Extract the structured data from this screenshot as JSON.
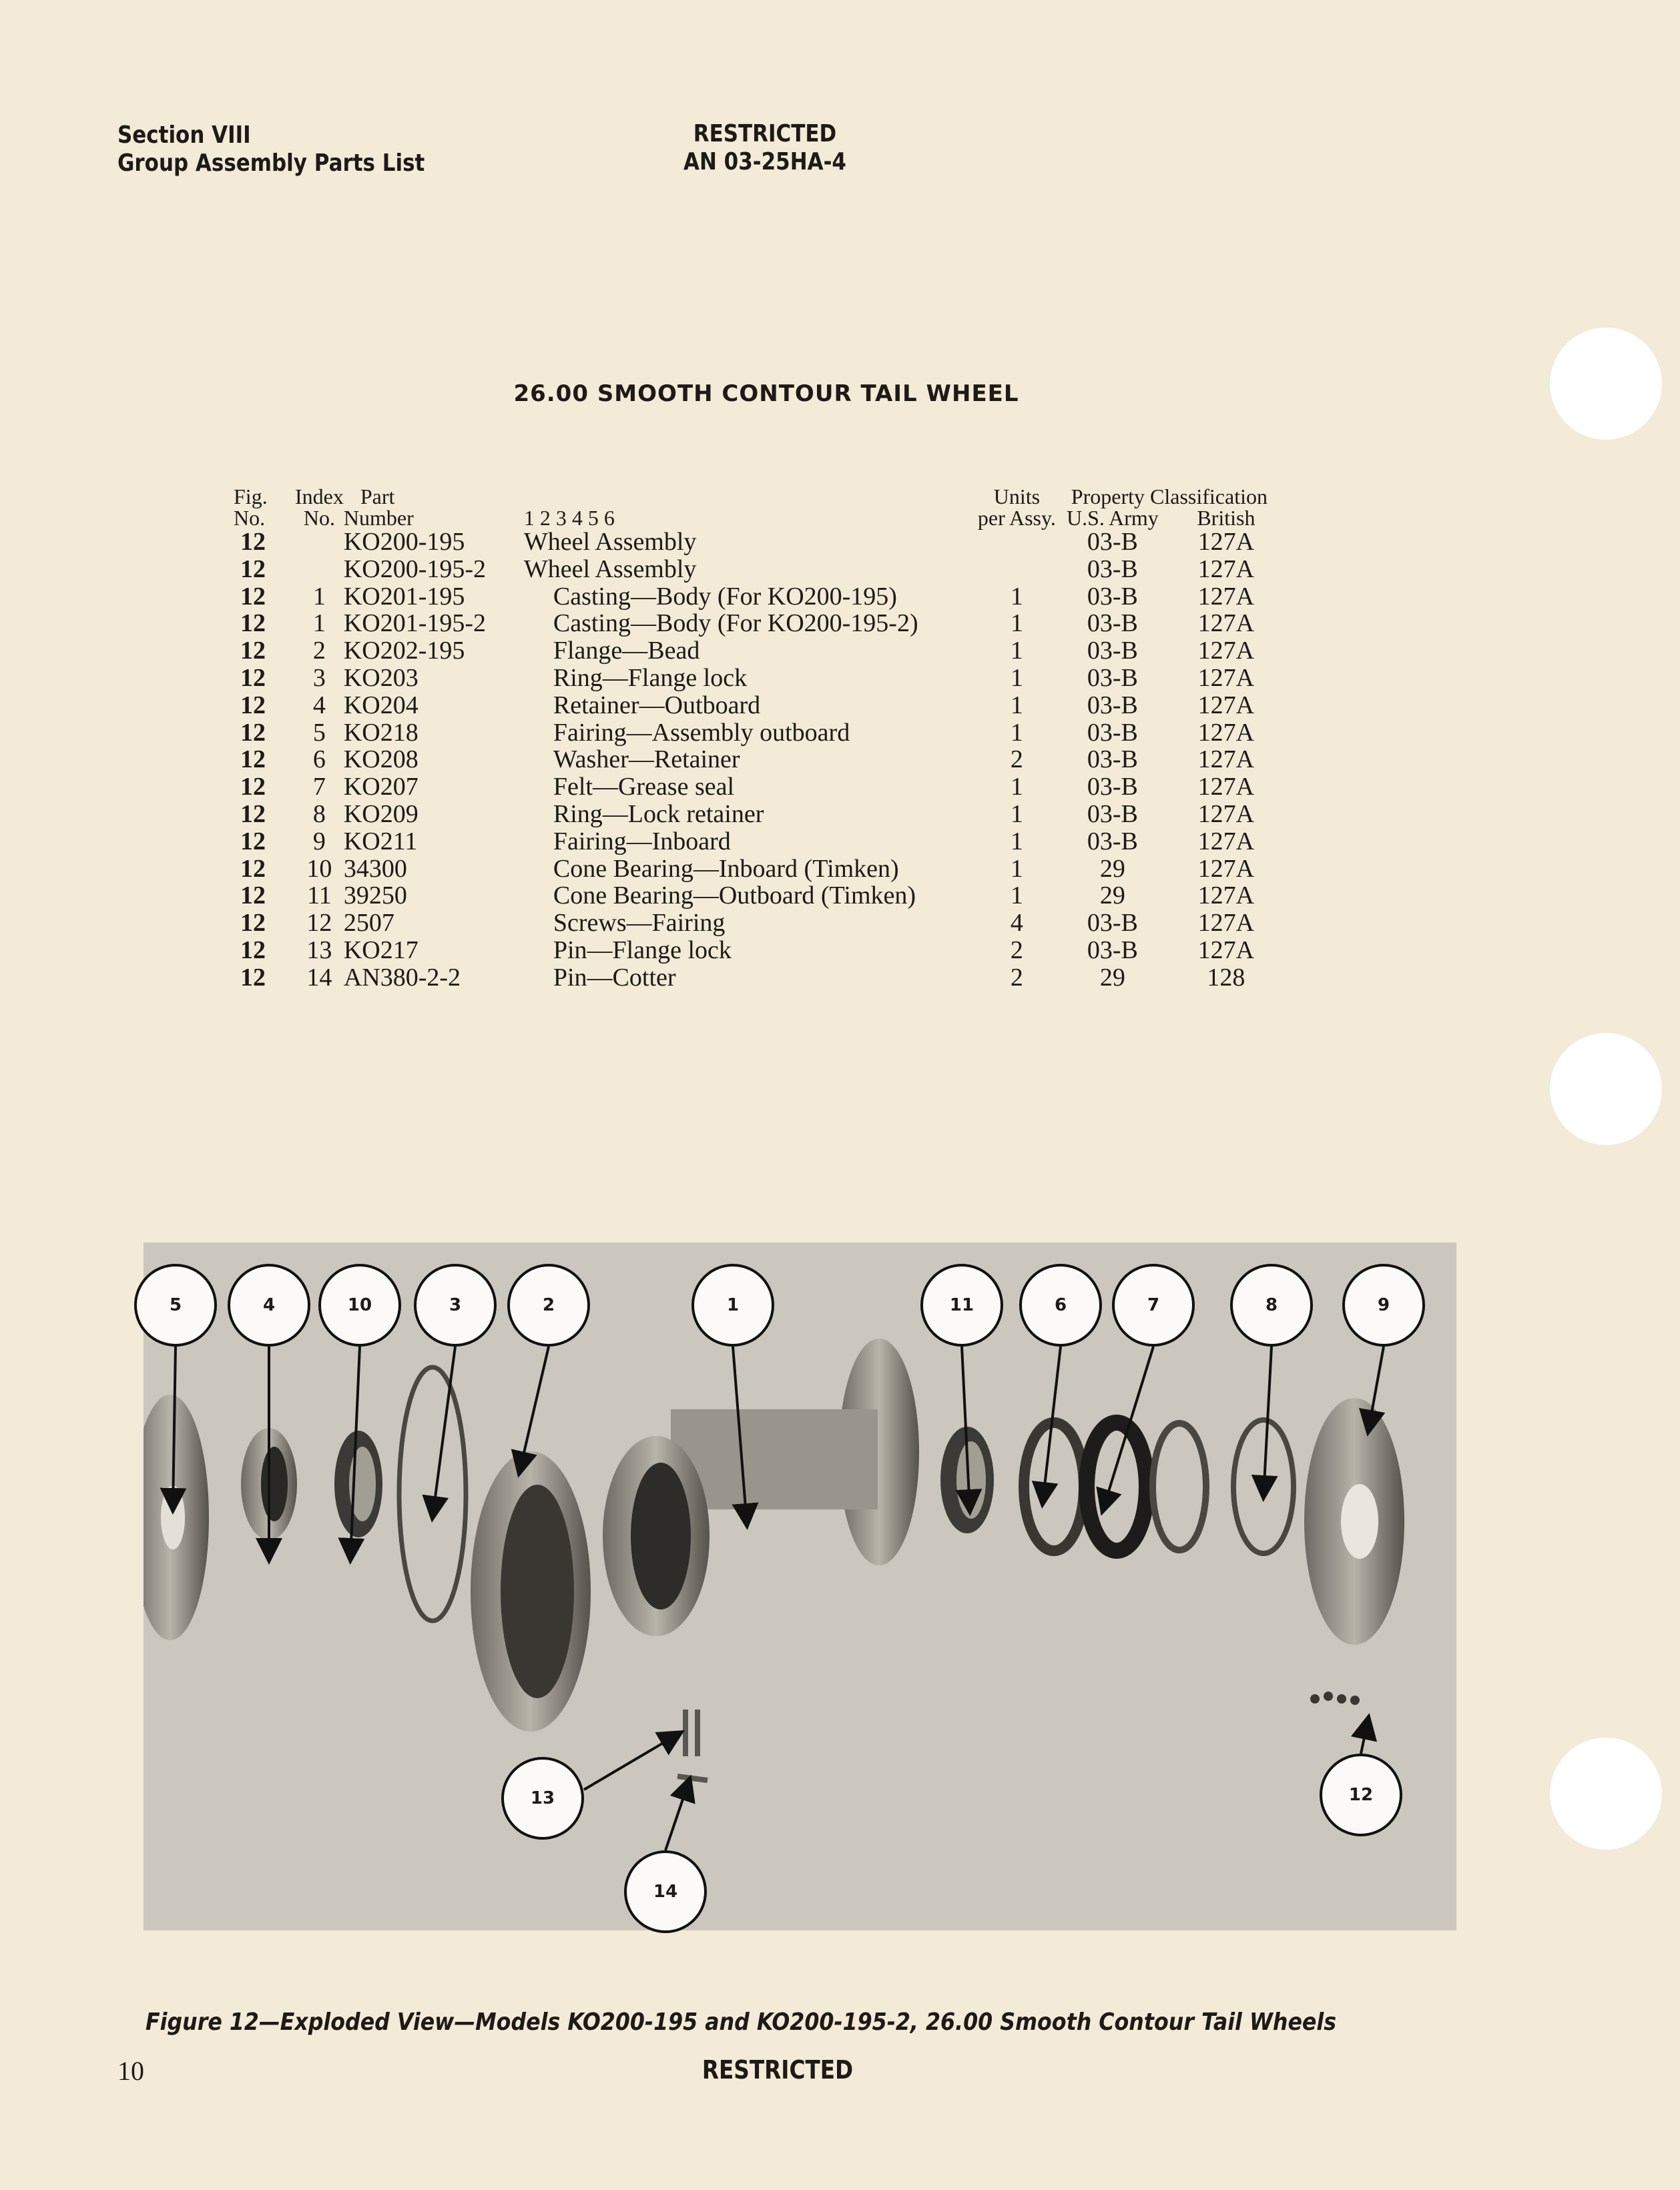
{
  "header": {
    "section": "Section VIII",
    "subtitle": "Group Assembly Parts List",
    "classification": "RESTRICTED",
    "document_number": "AN 03-25HA-4"
  },
  "title": "26.00 SMOOTH CONTOUR TAIL WHEEL",
  "table": {
    "headers": {
      "fig_line1": "Fig.",
      "fig_line2": "No.",
      "index_line1": "Index",
      "index_line2": "No.",
      "part_line1": "Part",
      "part_line2": "Number",
      "indent_levels": "1 2 3 4 5 6",
      "units_line1": "Units",
      "units_line2": "per Assy.",
      "property_classification": "Property Classification",
      "army": "U.S. Army",
      "british": "British"
    },
    "rows": [
      {
        "fig": "12",
        "index": "",
        "part": "KO200-195",
        "desc": "Wheel Assembly",
        "indent": false,
        "units": "",
        "army": "03-B",
        "british": "127A"
      },
      {
        "fig": "12",
        "index": "",
        "part": "KO200-195-2",
        "desc": "Wheel Assembly",
        "indent": false,
        "units": "",
        "army": "03-B",
        "british": "127A"
      },
      {
        "fig": "12",
        "index": "1",
        "part": "KO201-195",
        "desc": "Casting—Body (For KO200-195)",
        "indent": true,
        "units": "1",
        "army": "03-B",
        "british": "127A"
      },
      {
        "fig": "12",
        "index": "1",
        "part": "KO201-195-2",
        "desc": "Casting—Body (For KO200-195-2)",
        "indent": true,
        "units": "1",
        "army": "03-B",
        "british": "127A"
      },
      {
        "fig": "12",
        "index": "2",
        "part": "KO202-195",
        "desc": "Flange—Bead",
        "indent": true,
        "units": "1",
        "army": "03-B",
        "british": "127A"
      },
      {
        "fig": "12",
        "index": "3",
        "part": "KO203",
        "desc": "Ring—Flange lock",
        "indent": true,
        "units": "1",
        "army": "03-B",
        "british": "127A"
      },
      {
        "fig": "12",
        "index": "4",
        "part": "KO204",
        "desc": "Retainer—Outboard",
        "indent": true,
        "units": "1",
        "army": "03-B",
        "british": "127A"
      },
      {
        "fig": "12",
        "index": "5",
        "part": "KO218",
        "desc": "Fairing—Assembly outboard",
        "indent": true,
        "units": "1",
        "army": "03-B",
        "british": "127A"
      },
      {
        "fig": "12",
        "index": "6",
        "part": "KO208",
        "desc": "Washer—Retainer",
        "indent": true,
        "units": "2",
        "army": "03-B",
        "british": "127A"
      },
      {
        "fig": "12",
        "index": "7",
        "part": "KO207",
        "desc": "Felt—Grease seal",
        "indent": true,
        "units": "1",
        "army": "03-B",
        "british": "127A"
      },
      {
        "fig": "12",
        "index": "8",
        "part": "KO209",
        "desc": "Ring—Lock retainer",
        "indent": true,
        "units": "1",
        "army": "03-B",
        "british": "127A"
      },
      {
        "fig": "12",
        "index": "9",
        "part": "KO211",
        "desc": "Fairing—Inboard",
        "indent": true,
        "units": "1",
        "army": "03-B",
        "british": "127A"
      },
      {
        "fig": "12",
        "index": "10",
        "part": "34300",
        "desc": "Cone Bearing—Inboard (Timken)",
        "indent": true,
        "units": "1",
        "army": "29",
        "british": "127A"
      },
      {
        "fig": "12",
        "index": "11",
        "part": "39250",
        "desc": "Cone Bearing—Outboard (Timken)",
        "indent": true,
        "units": "1",
        "army": "29",
        "british": "127A"
      },
      {
        "fig": "12",
        "index": "12",
        "part": "2507",
        "desc": "Screws—Fairing",
        "indent": true,
        "units": "4",
        "army": "03-B",
        "british": "127A"
      },
      {
        "fig": "12",
        "index": "13",
        "part": "KO217",
        "desc": "Pin—Flange lock",
        "indent": true,
        "units": "2",
        "army": "03-B",
        "british": "127A"
      },
      {
        "fig": "12",
        "index": "14",
        "part": "AN380-2-2",
        "desc": "Pin—Cotter",
        "indent": true,
        "units": "2",
        "army": "29",
        "british": "128"
      }
    ]
  },
  "figure": {
    "callouts": [
      "5",
      "4",
      "10",
      "3",
      "2",
      "1",
      "11",
      "6",
      "7",
      "8",
      "9",
      "13",
      "14",
      "12"
    ],
    "caption": "Figure 12—Exploded View—Models KO200-195 and KO200-195-2, 26.00 Smooth Contour Tail Wheels"
  },
  "footer": {
    "page_number": "10",
    "classification": "RESTRICTED"
  },
  "colors": {
    "paper": "#f3ead7",
    "photo_background": "#cbc7be",
    "ink": "#1d1a17"
  }
}
